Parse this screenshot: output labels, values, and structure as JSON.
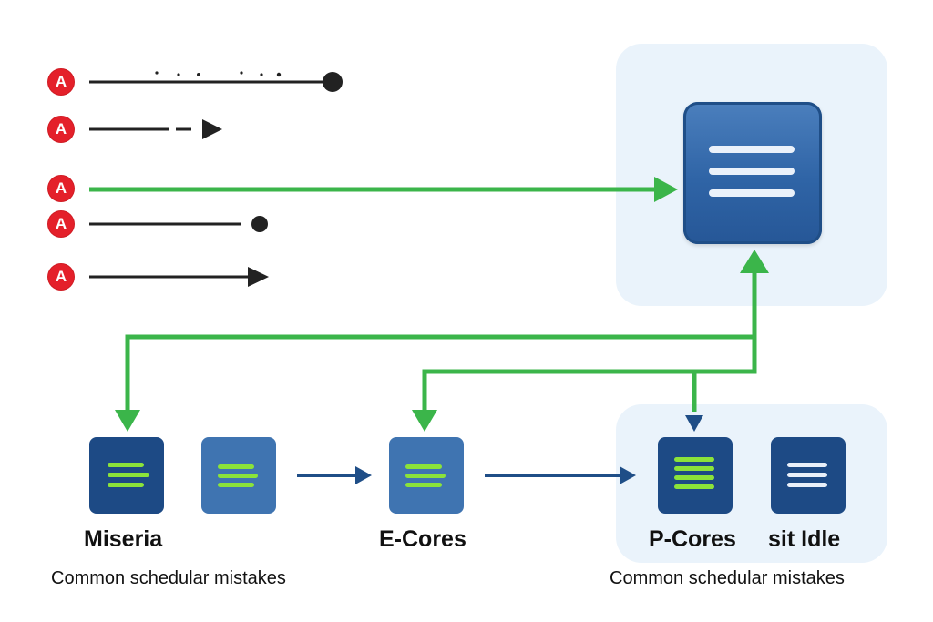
{
  "markers": [
    "A",
    "A",
    "A",
    "A",
    "A"
  ],
  "labels": {
    "miseria": "Miseria",
    "e_cores": "E-Cores",
    "p_cores": "P-Cores",
    "sit_idle": "sit Idle"
  },
  "captions": {
    "left": "Common schedular mistakes",
    "right": "Common schedular mistakes"
  },
  "colors": {
    "marker_red": "#e4202a",
    "flow_green": "#3bb54a",
    "flow_navy": "#1f4e87",
    "panel_light": "#eaf3fb",
    "tile_blue": "#2f64a6",
    "accent_lime": "#8be33a"
  }
}
